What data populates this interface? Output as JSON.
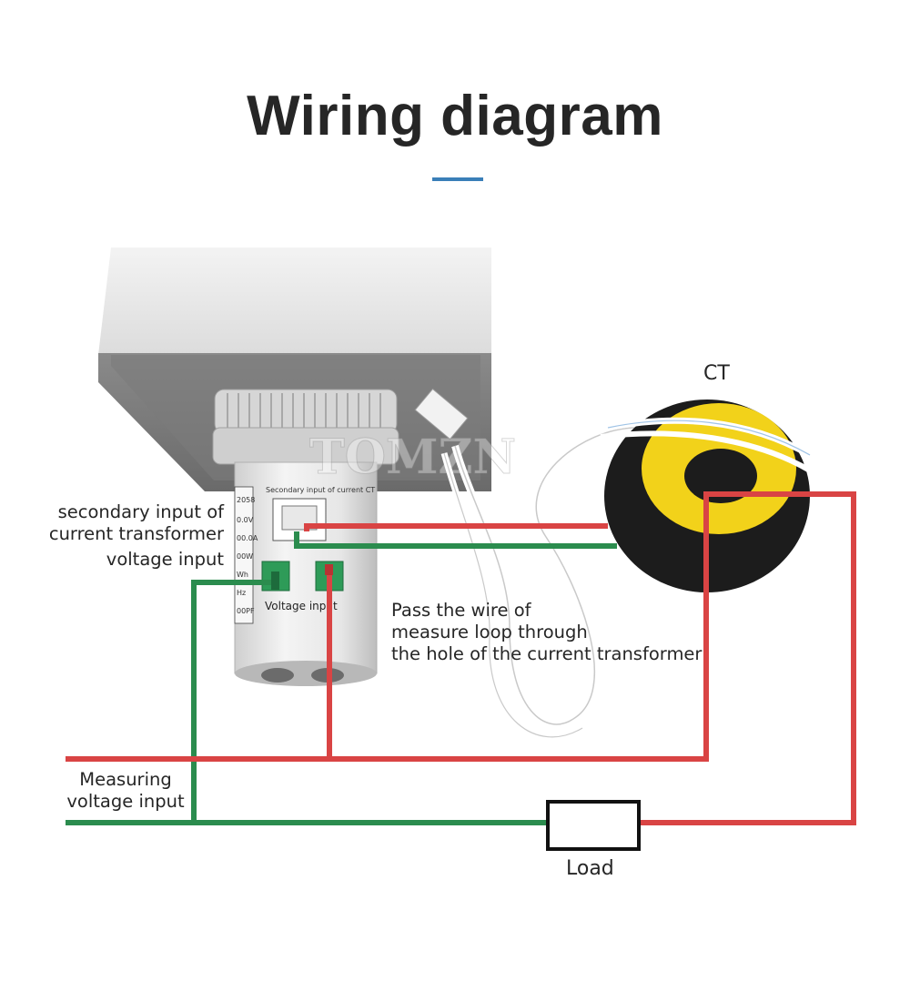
{
  "title": "Wiring diagram",
  "labels": {
    "secondary_input": [
      "secondary input of",
      "current transformer"
    ],
    "voltage_input": "voltage input",
    "pass_wire": [
      "Pass the wire of",
      "measure loop through",
      "the hole of the current transformer"
    ],
    "ct": "CT",
    "measuring": [
      "Measuring",
      "voltage input"
    ],
    "load": "Load"
  },
  "device": {
    "watermark": "TOMZN",
    "ct_port_label": "Secondary input of current CT",
    "terminal_label": "Voltage input",
    "side_labels": [
      "2058",
      "0.0V",
      "00.0A",
      "00W",
      "Wh",
      "Hz",
      "00PF"
    ]
  },
  "colors": {
    "title_rule": "#3a7fb8",
    "live_wire": "#d94444",
    "neutral_wire": "#2b8c4e",
    "ct_core": "#f2d21a",
    "ct_body": "#1c1c1c"
  }
}
